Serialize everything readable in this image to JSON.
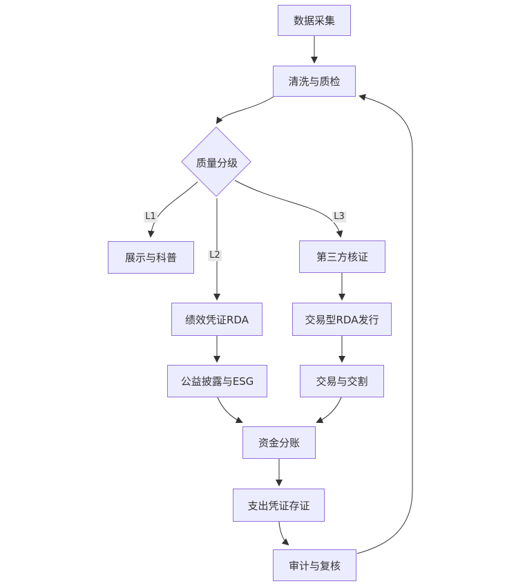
{
  "diagram": {
    "type": "flowchart",
    "direction": "top-down",
    "colors": {
      "background": "#ffffff",
      "node_fill": "#ECECFF",
      "node_border": "#9370DB",
      "edge_line": "#333333",
      "text": "#333333",
      "edge_label_bg": "#e8e8e8"
    },
    "nodes": {
      "data_collection": {
        "label": "数据采集",
        "shape": "rect"
      },
      "cleaning_qc": {
        "label": "清洗与质检",
        "shape": "rect"
      },
      "quality_grading": {
        "label": "质量分级",
        "shape": "diamond"
      },
      "display_science": {
        "label": "展示与科普",
        "shape": "rect"
      },
      "third_party_verification": {
        "label": "第三方核证",
        "shape": "rect"
      },
      "performance_rda": {
        "label": "绩效凭证RDA",
        "shape": "rect"
      },
      "transactional_rda_issuance": {
        "label": "交易型RDA发行",
        "shape": "rect"
      },
      "esg_disclosure": {
        "label": "公益披露与ESG",
        "shape": "rect"
      },
      "trade_settlement": {
        "label": "交易与交割",
        "shape": "rect"
      },
      "fund_splitting": {
        "label": "资金分账",
        "shape": "rect"
      },
      "expense_voucher_storage": {
        "label": "支出凭证存证",
        "shape": "rect"
      },
      "audit_review": {
        "label": "审计与复核",
        "shape": "rect"
      }
    },
    "edges": [
      {
        "from": "data_collection",
        "to": "cleaning_qc",
        "label": ""
      },
      {
        "from": "cleaning_qc",
        "to": "quality_grading",
        "label": ""
      },
      {
        "from": "quality_grading",
        "to": "display_science",
        "label": "L1"
      },
      {
        "from": "quality_grading",
        "to": "performance_rda",
        "label": "L2"
      },
      {
        "from": "quality_grading",
        "to": "third_party_verification",
        "label": "L3"
      },
      {
        "from": "third_party_verification",
        "to": "transactional_rda_issuance",
        "label": ""
      },
      {
        "from": "performance_rda",
        "to": "esg_disclosure",
        "label": ""
      },
      {
        "from": "transactional_rda_issuance",
        "to": "trade_settlement",
        "label": ""
      },
      {
        "from": "esg_disclosure",
        "to": "fund_splitting",
        "label": ""
      },
      {
        "from": "trade_settlement",
        "to": "fund_splitting",
        "label": ""
      },
      {
        "from": "fund_splitting",
        "to": "expense_voucher_storage",
        "label": ""
      },
      {
        "from": "expense_voucher_storage",
        "to": "audit_review",
        "label": ""
      },
      {
        "from": "audit_review",
        "to": "cleaning_qc",
        "label": ""
      }
    ]
  }
}
